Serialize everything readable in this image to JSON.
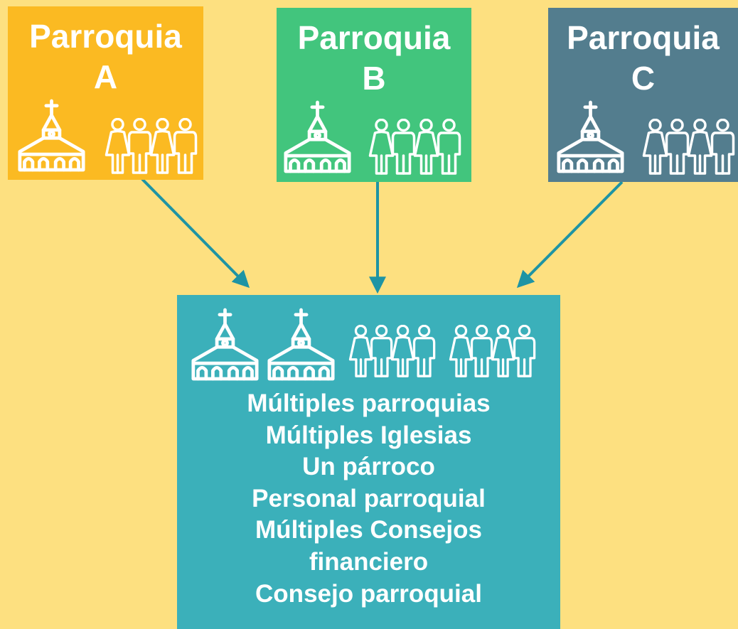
{
  "colors": {
    "background": "#FDE080",
    "parish_a": "#FBBA22",
    "parish_b": "#42C57D",
    "parish_c": "#537D8E",
    "merged": "#3BB0BA",
    "arrow": "#1E94A4"
  },
  "parishes": [
    {
      "line1": "Parroquia",
      "line2": "A",
      "icons": [
        "church-icon",
        "people-group-icon"
      ]
    },
    {
      "line1": "Parroquia",
      "line2": "B",
      "icons": [
        "church-icon",
        "people-group-icon"
      ]
    },
    {
      "line1": "Parroquia",
      "line2": "C",
      "icons": [
        "church-icon",
        "people-group-icon"
      ]
    }
  ],
  "merged": {
    "icons": [
      "church-icon",
      "church-icon",
      "people-group-icon",
      "people-group-icon"
    ],
    "lines": [
      "Múltiples parroquias",
      "Múltiples Iglesias",
      "Un párroco",
      "Personal parroquial",
      "Múltiples Consejos",
      "financiero",
      "Consejo parroquial"
    ]
  }
}
